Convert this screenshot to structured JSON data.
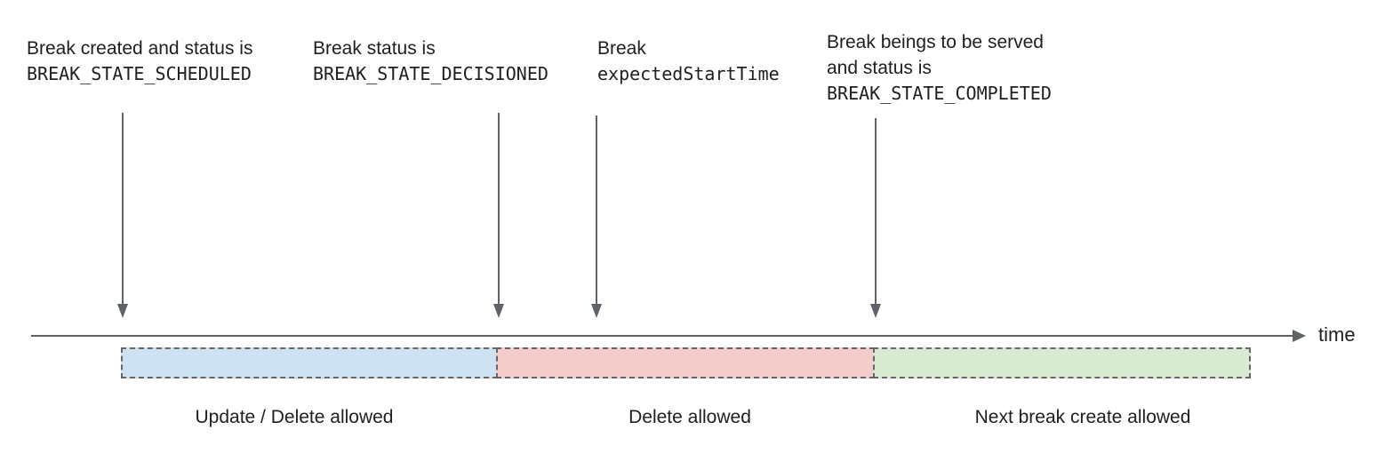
{
  "diagram": {
    "annotations": [
      {
        "line1": "Break created and status is",
        "code": "BREAK_STATE_SCHEDULED"
      },
      {
        "line1": "Break status is",
        "code": "BREAK_STATE_DECISIONED"
      },
      {
        "line1": "Break",
        "code": "expectedStartTime"
      },
      {
        "line1": "Break beings to be served",
        "line2": "and status is",
        "code": "BREAK_STATE_COMPLETED"
      }
    ],
    "timeline": {
      "axis_label": "time"
    },
    "segments": [
      {
        "label": "Update / Delete allowed",
        "fill": "#cfe2f3"
      },
      {
        "label": "Delete allowed",
        "fill": "#f4cccc"
      },
      {
        "label": "Next break create allowed",
        "fill": "#d9ead3"
      }
    ],
    "colors": {
      "arrow": "#5f6368",
      "segment_border": "#666666",
      "text": "#1f1f1f"
    }
  }
}
